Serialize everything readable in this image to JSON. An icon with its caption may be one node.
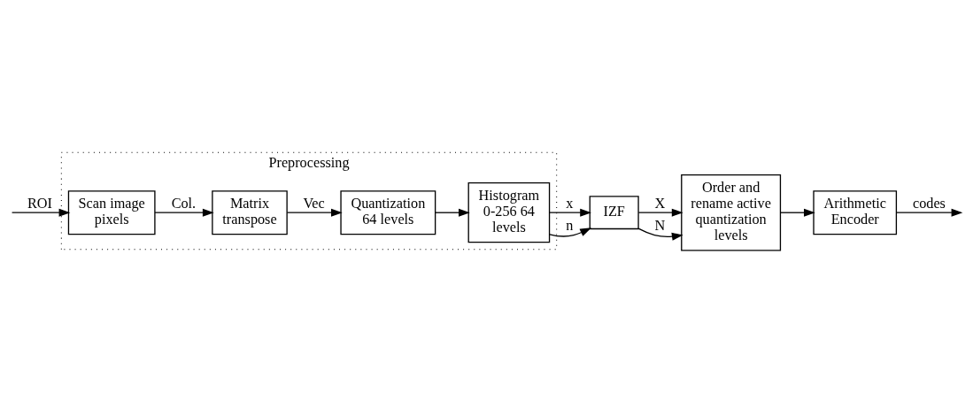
{
  "diagram": {
    "nodes": [
      {
        "text": [
          "Preprocessing"
        ]
      },
      {
        "text": [
          "Scan image pixels"
        ],
        "in": 0
      },
      {
        "text": [
          "Matrix transpose"
        ],
        "in": 0
      },
      {
        "text": [
          "Quantization 64 levels"
        ],
        "in": 0
      },
      {
        "text": [
          "Histogram 0-256 64 levels"
        ],
        "in": 0
      },
      {
        "text": [
          "IZF"
        ]
      },
      {
        "text": [
          "Order and rename active quantization levels"
        ]
      },
      {
        "text": [
          "Arithmetic Encoder"
        ]
      }
    ],
    "edges": [
      {
        "from": null,
        "to": 1,
        "arrow": "to",
        "label": "ROI"
      },
      {
        "from": 1,
        "to": 2,
        "arrow": "to",
        "label": "Col."
      },
      {
        "from": 2,
        "to": 3,
        "arrow": "to",
        "label": "Vec"
      },
      {
        "from": 3,
        "to": 4,
        "arrow": "to"
      },
      {
        "from": 4,
        "to": 5,
        "arrow": "to",
        "label": "x"
      },
      {
        "from": 4,
        "to": 5,
        "arrow": "to",
        "label": "n"
      },
      {
        "from": 5,
        "to": 6,
        "arrow": "to",
        "label": "X"
      },
      {
        "from": 5,
        "to": 6,
        "arrow": "to",
        "label": "N"
      },
      {
        "from": 6,
        "to": 7,
        "arrow": "to"
      },
      {
        "from": 7,
        "to": null,
        "arrow": "to",
        "label": "codes"
      }
    ]
  }
}
